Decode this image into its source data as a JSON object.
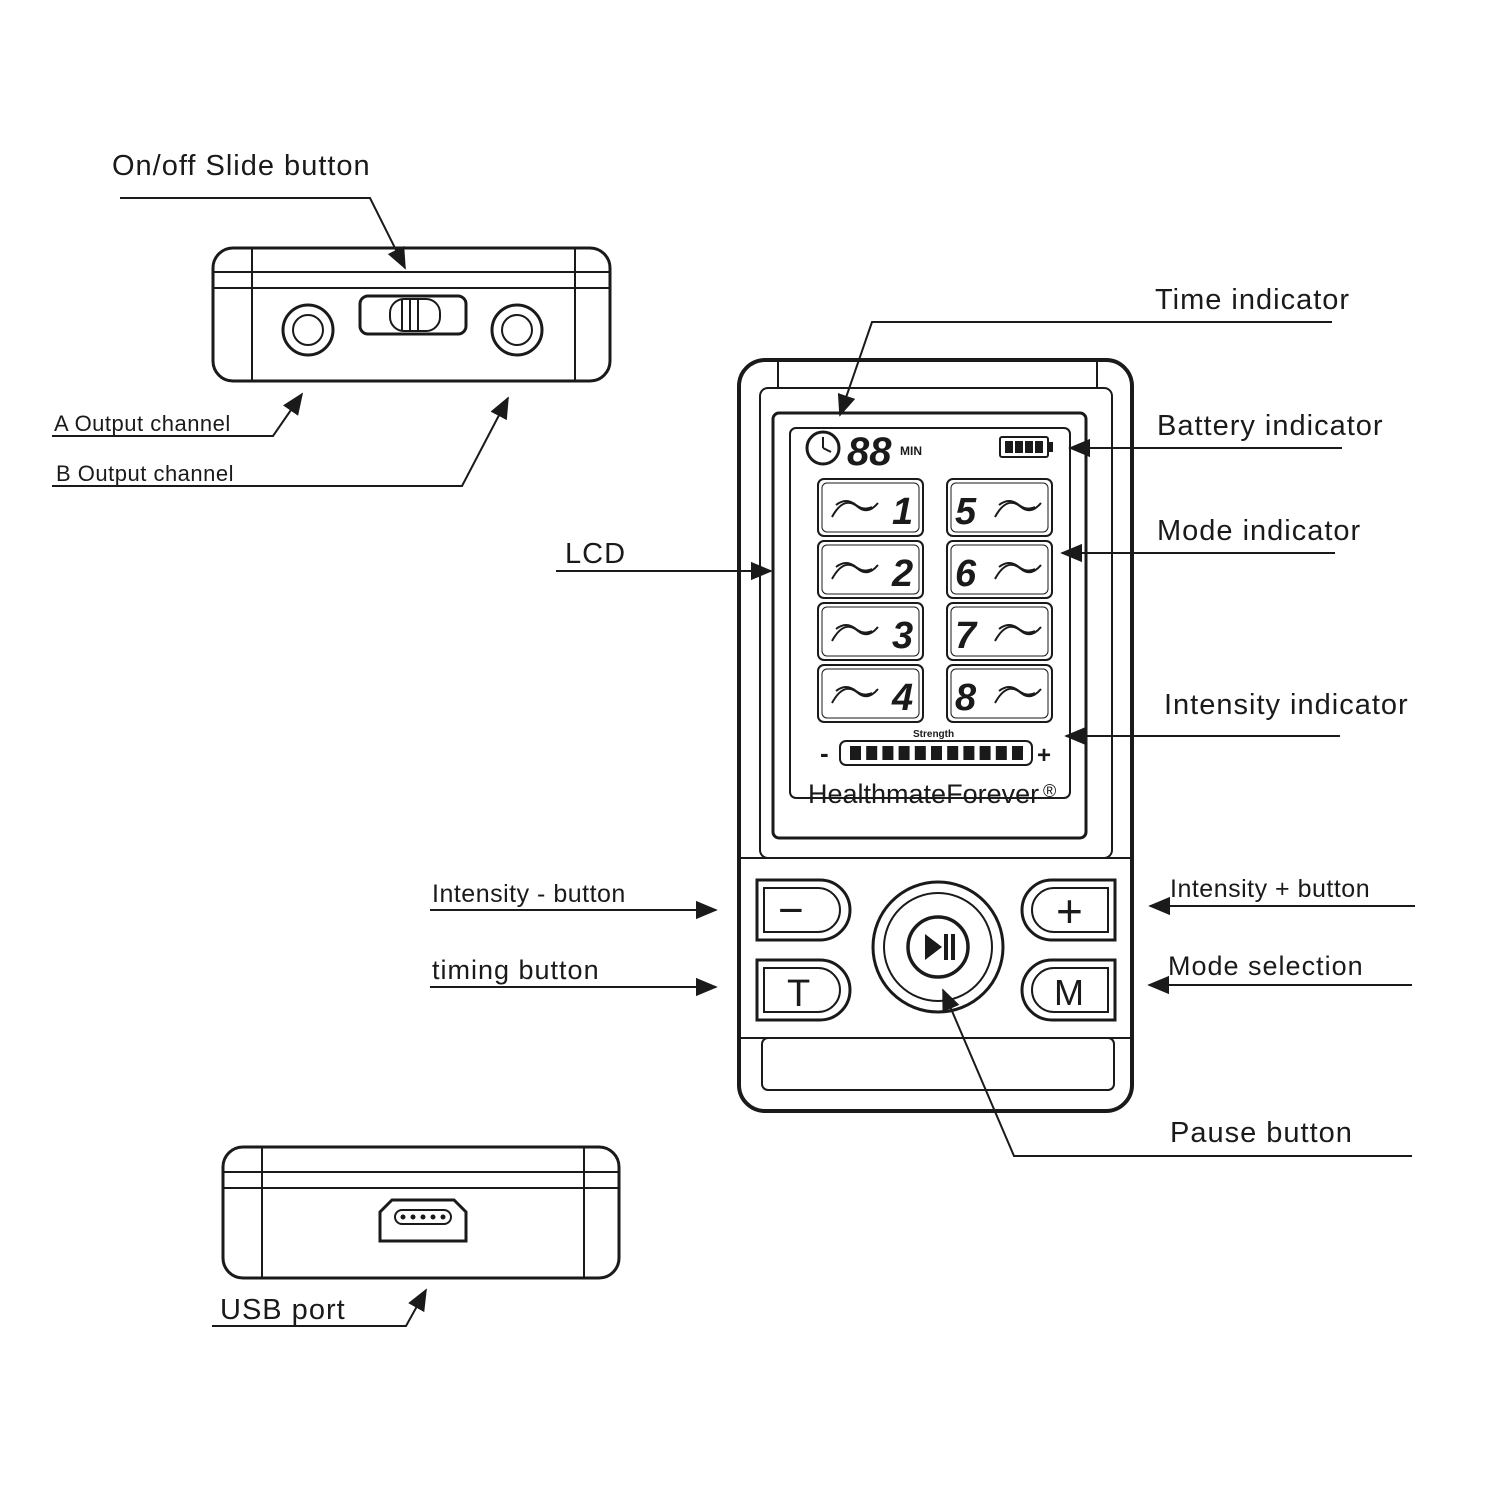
{
  "labels": {
    "on_off_slide": "On/off  Slide button",
    "a_output": "A Output  channel",
    "b_output": "B Output channel",
    "usb_port": "USB  port",
    "time_indicator": "Time  indicator",
    "battery_indicator": "Battery  indicator",
    "mode_indicator": "Mode  indicator",
    "intensity_indicator": "Intensity  indicator",
    "lcd": "LCD",
    "intensity_minus": "Intensity - button",
    "timing": "timing button",
    "intensity_plus": "Intensity  + button",
    "mode_selection": "Mode  selection",
    "pause": "Pause  button"
  },
  "lcd": {
    "time_digits": "88",
    "time_unit": "MIN",
    "strength_label": "Strength",
    "strength_minus": "-",
    "strength_plus": "+",
    "strength_segments": 11,
    "brand": "HealthmateForever",
    "brand_mark": "®",
    "modes": [
      "1",
      "2",
      "3",
      "4",
      "5",
      "6",
      "7",
      "8"
    ]
  },
  "buttons": {
    "minus_symbol": "−",
    "plus_symbol": "+",
    "timing_symbol": "T",
    "mode_symbol": "M"
  },
  "icons": {
    "clock": "clock-icon",
    "battery": "battery-icon",
    "play_pause": "play-pause-icon",
    "usb": "usb-port-icon"
  }
}
